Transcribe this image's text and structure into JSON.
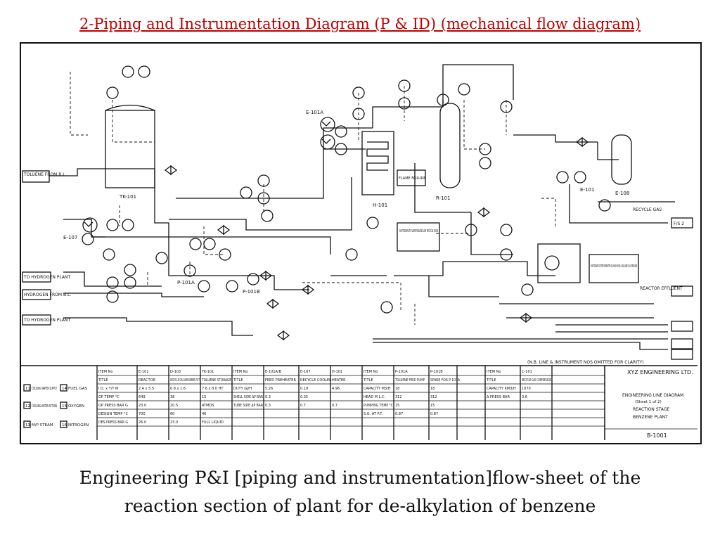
{
  "title": "2-Piping and Instrumentation Diagram (P & ID) (mechanical flow diagram)",
  "caption": {
    "line1": "Engineering P&I [piping and instrumentation]flow-sheet of the",
    "line2": "reaction section of plant for de-alkylation of benzene"
  },
  "diagram": {
    "equipment_labels": [
      "TK-101",
      "E-101A",
      "E-107",
      "H-101",
      "R-101",
      "E-101",
      "E-108",
      "P-101A",
      "P-101B"
    ],
    "streams": {
      "toluene": "TOLUENE FROM B.L.",
      "to_hydrogen_plant": "TO HYDROGEN PLANT",
      "hydrogen": "HYDROGEN FROM B.L.",
      "to_hydrogen_plant_2": "TO HYDROGEN PLANT",
      "reactor_effluent": "REACTOR EFFLUENT",
      "recycle_gas": "RECYCLE GAS",
      "flash_drum": "F/S 2"
    },
    "notes": {
      "shutdown": "SHUTDOWN BY FLAME FAILURE LOW RECYCLE FLOW",
      "shutdown2": "SHUTDOWN SYSTEM OPERATES ON HIGH LEVEL LOW LUBE OIL PRESSURE",
      "flame_failure": "FLAME FAILURE",
      "line_note": "(N.B. LINE & INSTRUMENT NOS OMITTED FOR CLARITY)"
    },
    "legend": [
      {
        "code": "11",
        "label": "COOLING WATER SUPPLY"
      },
      {
        "code": "12",
        "label": "COOLING WATER RETURN"
      },
      {
        "code": "13",
        "label": "M/P STEAM"
      },
      {
        "code": "14",
        "label": "FUEL GAS"
      },
      {
        "code": "15",
        "label": "OXYGEN"
      },
      {
        "code": "16",
        "label": "NITROGEN"
      }
    ],
    "table1": {
      "headers": [
        "ITEM No",
        "E-101",
        "D-103",
        "TK-101"
      ],
      "rows": [
        [
          "TITLE",
          "REACTOR",
          "RECYCLE GAS ABSORBER POT",
          "TOLUENE STORAGE"
        ],
        [
          "I.D. x T/T M",
          "2.4 x 5.5",
          "0.8 x 1.6",
          "7.6 x 8.0 HT"
        ],
        [
          "OP TEMP °C",
          "649",
          "38",
          "15"
        ],
        [
          "OP PRESS BAR G",
          "23.0",
          "20.5",
          "ATMOS"
        ],
        [
          "DESIGN TEMP °C",
          "700",
          "60",
          "46"
        ],
        [
          "DES PRESS BAR G",
          "26.0",
          "23.0",
          "FULL LIQUID"
        ]
      ]
    },
    "table2": {
      "headers": [
        "ITEM No",
        "E-101A/B",
        "E-107",
        "H-101"
      ],
      "rows": [
        [
          "TITLE",
          "FEED PREHEATER",
          "RECYCLE COOLER",
          "HEATER"
        ],
        [
          "DUTY GJ/H",
          "5.26",
          "0.19",
          "4.96"
        ],
        [
          "SHELL SIDE ΔP BAR",
          "0.3",
          "0.35",
          ""
        ],
        [
          "TUBE SIDE ΔP BAR",
          "0.3",
          "0.7",
          "0.7"
        ]
      ]
    },
    "table3": {
      "headers": [
        "ITEM No",
        "P-101A",
        "P-101B"
      ],
      "rows": [
        [
          "TITLE",
          "TOLUENE FEED PUMP",
          "SPARE FOR P-101A"
        ],
        [
          "CAPACITY M3/H",
          "18",
          "18"
        ],
        [
          "HEAD M L.C.",
          "312",
          "312"
        ],
        [
          "PUMPING TEMP °C",
          "15",
          "15"
        ],
        [
          "S.G. AT P.T.",
          "0.87",
          "0.87"
        ]
      ]
    },
    "table4": {
      "headers": [
        "ITEM No",
        "C-101"
      ],
      "rows": [
        [
          "TITLE",
          "RECYCLE GAS COMPRESSOR"
        ],
        [
          "CAPACITY KM3/H",
          "1070"
        ],
        [
          "Δ PRESS BAR",
          "3.6"
        ]
      ]
    },
    "title_block": {
      "company": "XYZ ENGINEERING LTD.",
      "drawing": "ENGINEERING LINE DIAGRAM",
      "sheet": "(Sheet 1 of 2)",
      "stage": "REACTION STAGE",
      "plant": "BENZENE PLANT",
      "number": "B-1001"
    }
  }
}
